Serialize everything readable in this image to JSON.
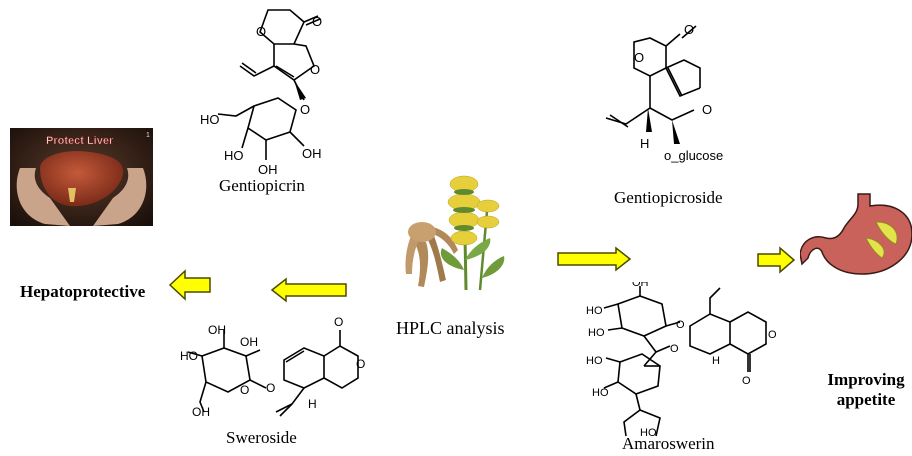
{
  "compounds": {
    "gentiopicrin": "Gentiopicrin",
    "gentiopicroside": "Gentiopicroside",
    "sweroside": "Sweroside",
    "amaroswerin": "Amaroswerin"
  },
  "center_label": "HPLC analysis",
  "effects": {
    "hepatoprotective": "Hepatoprotective",
    "appetite_line1": "Improving",
    "appetite_line2": "appetite"
  },
  "liver_image_text": "Protect Liver",
  "gentiopicroside_substituent": "o_glucose",
  "atom_labels": {
    "O": "O",
    "OH": "OH",
    "HO": "HO",
    "H": "H"
  },
  "colors": {
    "arrow_fill": "#ffff00",
    "arrow_stroke": "#4a4a00",
    "stomach": "#c9625a",
    "stomach_inner": "#e3e34a",
    "liver": "#9b3a24",
    "plant_flower": "#e6cf3a",
    "plant_leaf": "#6f9b3a"
  }
}
